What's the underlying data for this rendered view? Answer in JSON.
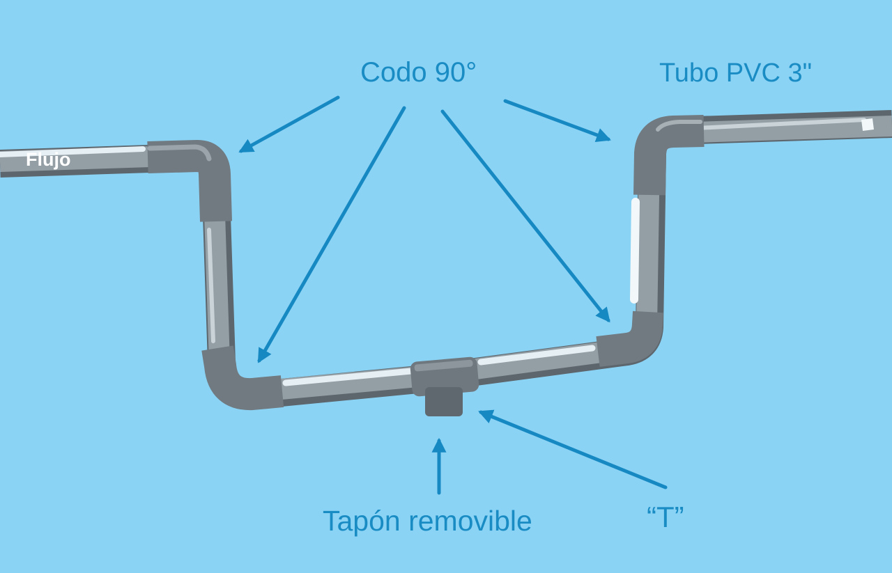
{
  "labels": {
    "elbow": "Codo 90°",
    "pipe": "Tubo PVC 3\"",
    "flow": "Flujo",
    "plug": "Tapón removible",
    "tee": "“T”"
  },
  "colors": {
    "background": "#8bd3f5",
    "label_text": "#1a8cc4",
    "arrow": "#1789c2",
    "flow_text": "#ffffff",
    "pipe_body": "#8f9aa1",
    "pipe_dark": "#5d666c",
    "pipe_highlight": "#e6eff3",
    "fitting": "#6f787e"
  }
}
